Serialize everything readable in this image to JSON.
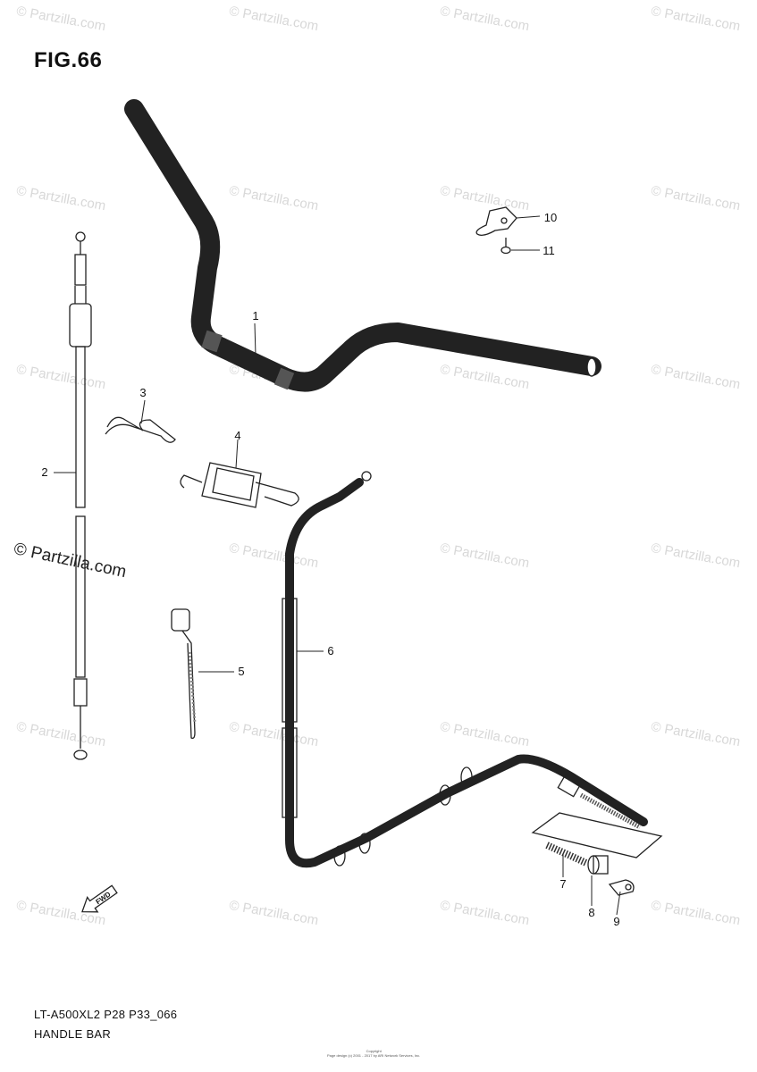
{
  "figure": {
    "title": "FIG.66"
  },
  "watermark": {
    "text": "© Partzilla.com"
  },
  "callouts": [
    "1",
    "2",
    "3",
    "4",
    "5",
    "6",
    "7",
    "8",
    "9",
    "10",
    "11"
  ],
  "footer": {
    "model_code": "LT-A500XL2 P28 P33_066",
    "page_title": "HANDLE BAR",
    "copyright_label": "Copyright",
    "copyright_line": "Page design (c) 2001 - 2017 by ARI Network Services, Inc."
  },
  "icons": {
    "forward_arrow": "fwd-arrow-icon",
    "forward_arrow_text": "FWD"
  }
}
